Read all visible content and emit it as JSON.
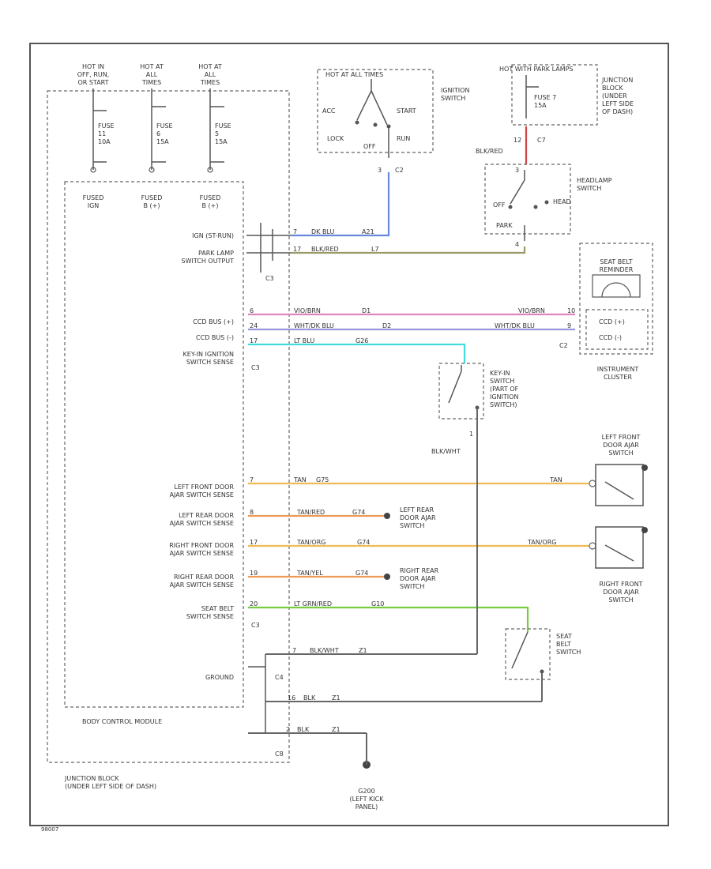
{
  "page_id": "98007",
  "colors": {
    "blue": "#6688dd",
    "olive": "#999966",
    "pink": "#dd88bb",
    "lavender": "#9999dd",
    "cyan": "#44dddd",
    "tan": "#eebb55",
    "orange": "#ee9955",
    "green": "#77cc44",
    "red": "#cc4444",
    "black": "#666666"
  },
  "hot_labels": [
    {
      "id": "h1",
      "lines": [
        "HOT IN",
        "OFF, RUN,",
        "OR START"
      ]
    },
    {
      "id": "h2",
      "lines": [
        "HOT AT",
        "ALL",
        "TIMES"
      ]
    },
    {
      "id": "h3",
      "lines": [
        "HOT AT",
        "ALL",
        "TIMES"
      ]
    }
  ],
  "fuses": [
    {
      "id": "f1",
      "lines": [
        "FUSE",
        "11",
        "10A"
      ]
    },
    {
      "id": "f2",
      "lines": [
        "FUSE",
        "6",
        "15A"
      ]
    },
    {
      "id": "f3",
      "lines": [
        "FUSE",
        "5",
        "15A"
      ]
    }
  ],
  "fused_labels": [
    {
      "id": "fl1",
      "lines": [
        "FUSED",
        "IGN"
      ]
    },
    {
      "id": "fl2",
      "lines": [
        "FUSED",
        "B (+)"
      ]
    },
    {
      "id": "fl3",
      "lines": [
        "FUSED",
        "B (+)"
      ]
    }
  ],
  "ignition_switch": {
    "hot_label": "HOT AT ALL TIMES",
    "name_lines": [
      "IGNITION",
      "SWITCH"
    ],
    "positions": {
      "acc": "ACC",
      "start": "START",
      "lock": "LOCK",
      "off": "OFF",
      "run": "RUN"
    },
    "pin": "3",
    "connector": "C2"
  },
  "junction_block_upper": {
    "hot_label": "HOT WITH PARK LAMPS",
    "fuse_lines": [
      "FUSE 7",
      "15A"
    ],
    "name_lines": [
      "JUNCTION",
      "BLOCK",
      "(UNDER",
      "LEFT SIDE",
      "OF DASH)"
    ],
    "pin": "12",
    "connector": "C7",
    "wire": "BLK/RED"
  },
  "headlamp_switch": {
    "name_lines": [
      "HEADLAMP",
      "SWITCH"
    ],
    "off": "OFF",
    "head": "HEAD",
    "park": "PARK",
    "pin_top": "3",
    "pin_bottom": "4"
  },
  "bcm_left_labels": [
    {
      "id": "ign",
      "lines": [
        "IGN (ST-RUN)"
      ]
    },
    {
      "id": "park",
      "lines": [
        "PARK LAMP",
        "SWITCH OUTPUT"
      ]
    },
    {
      "id": "ccdp",
      "lines": [
        "CCD BUS (+)"
      ]
    },
    {
      "id": "ccdn",
      "lines": [
        "CCD BUS (-)"
      ]
    },
    {
      "id": "keyin",
      "lines": [
        "KEY-IN IGNITION",
        "SWITCH SENSE"
      ]
    },
    {
      "id": "lfd",
      "lines": [
        "LEFT FRONT DOOR",
        "AJAR SWITCH SENSE"
      ]
    },
    {
      "id": "lrd",
      "lines": [
        "LEFT REAR DOOR",
        "AJAR SWITCH SENSE"
      ]
    },
    {
      "id": "rfd",
      "lines": [
        "RIGHT FRONT DOOR",
        "AJAR SWITCH SENSE"
      ]
    },
    {
      "id": "rrd",
      "lines": [
        "RIGHT REAR DOOR",
        "AJAR SWITCH SENSE"
      ]
    },
    {
      "id": "seatbelt",
      "lines": [
        "SEAT BELT",
        "SWITCH SENSE"
      ]
    },
    {
      "id": "ground",
      "lines": [
        "GROUND"
      ]
    }
  ],
  "connectors": {
    "c3a": "C3",
    "c3b": "C3",
    "c3c": "C3",
    "c4": "C4",
    "c8": "C8",
    "c2": "C2"
  },
  "wires": [
    {
      "id": "ign",
      "pin": "7",
      "code": "DK BLU",
      "circuit": "A21"
    },
    {
      "id": "park",
      "pin": "17",
      "code": "BLK/RED",
      "circuit": "L7"
    },
    {
      "id": "ccdp",
      "pin": "6",
      "code": "VIO/BRN",
      "circuit": "D1",
      "code_right": "VIO/BRN",
      "pin_right": "10"
    },
    {
      "id": "ccdn",
      "pin": "24",
      "code": "WHT/DK BLU",
      "circuit": "D2",
      "code_right": "WHT/DK BLU",
      "pin_right": "9"
    },
    {
      "id": "keyin",
      "pin": "17",
      "code": "LT BLU",
      "circuit": "G26"
    },
    {
      "id": "lfd",
      "pin": "7",
      "code": "TAN",
      "circuit": "G75",
      "code_right": "TAN"
    },
    {
      "id": "lrd",
      "pin": "8",
      "code": "TAN/RED",
      "circuit": "G74"
    },
    {
      "id": "rfd",
      "pin": "17",
      "code": "TAN/ORG",
      "circuit": "G74",
      "code_right": "TAN/ORG"
    },
    {
      "id": "rrd",
      "pin": "19",
      "code": "TAN/YEL",
      "circuit": "G74"
    },
    {
      "id": "seatbelt",
      "pin": "20",
      "code": "LT GRN/RED",
      "circuit": "G10"
    },
    {
      "id": "gnd1",
      "pin": "7",
      "code": "BLK/WHT",
      "circuit": "Z1"
    },
    {
      "id": "gnd2",
      "pin": "16",
      "code": "BLK",
      "circuit": "Z1"
    },
    {
      "id": "gnd3",
      "pin": "2",
      "code": "BLK",
      "circuit": "Z1"
    }
  ],
  "seat_belt_reminder": {
    "lines": [
      "SEAT BELT",
      "REMINDER"
    ]
  },
  "cluster": {
    "ccdp": "CCD (+)",
    "ccdn": "CCD (-)",
    "name_lines": [
      "INSTRUMENT",
      "CLUSTER"
    ],
    "connector": "C2"
  },
  "key_in_switch": {
    "lines": [
      "KEY-IN",
      "SWITCH",
      "(PART OF",
      "IGNITION",
      "SWITCH)"
    ],
    "pin": "1",
    "wire": "BLK/WHT"
  },
  "switches": {
    "lf": [
      "LEFT FRONT",
      "DOOR AJAR",
      "SWITCH"
    ],
    "lr": [
      "LEFT REAR",
      "DOOR AJAR",
      "SWITCH"
    ],
    "rf": [
      "RIGHT FRONT",
      "DOOR AJAR",
      "SWITCH"
    ],
    "rr": [
      "RIGHT REAR",
      "DOOR AJAR",
      "SWITCH"
    ],
    "sb": [
      "SEAT",
      "BELT",
      "SWITCH"
    ]
  },
  "bcm_name": "BODY CONTROL MODULE",
  "junction_block_lower": [
    "JUNCTION BLOCK",
    "(UNDER LEFT SIDE OF DASH)"
  ],
  "ground": {
    "lines": [
      "G200",
      "(LEFT KICK",
      "PANEL)"
    ]
  }
}
